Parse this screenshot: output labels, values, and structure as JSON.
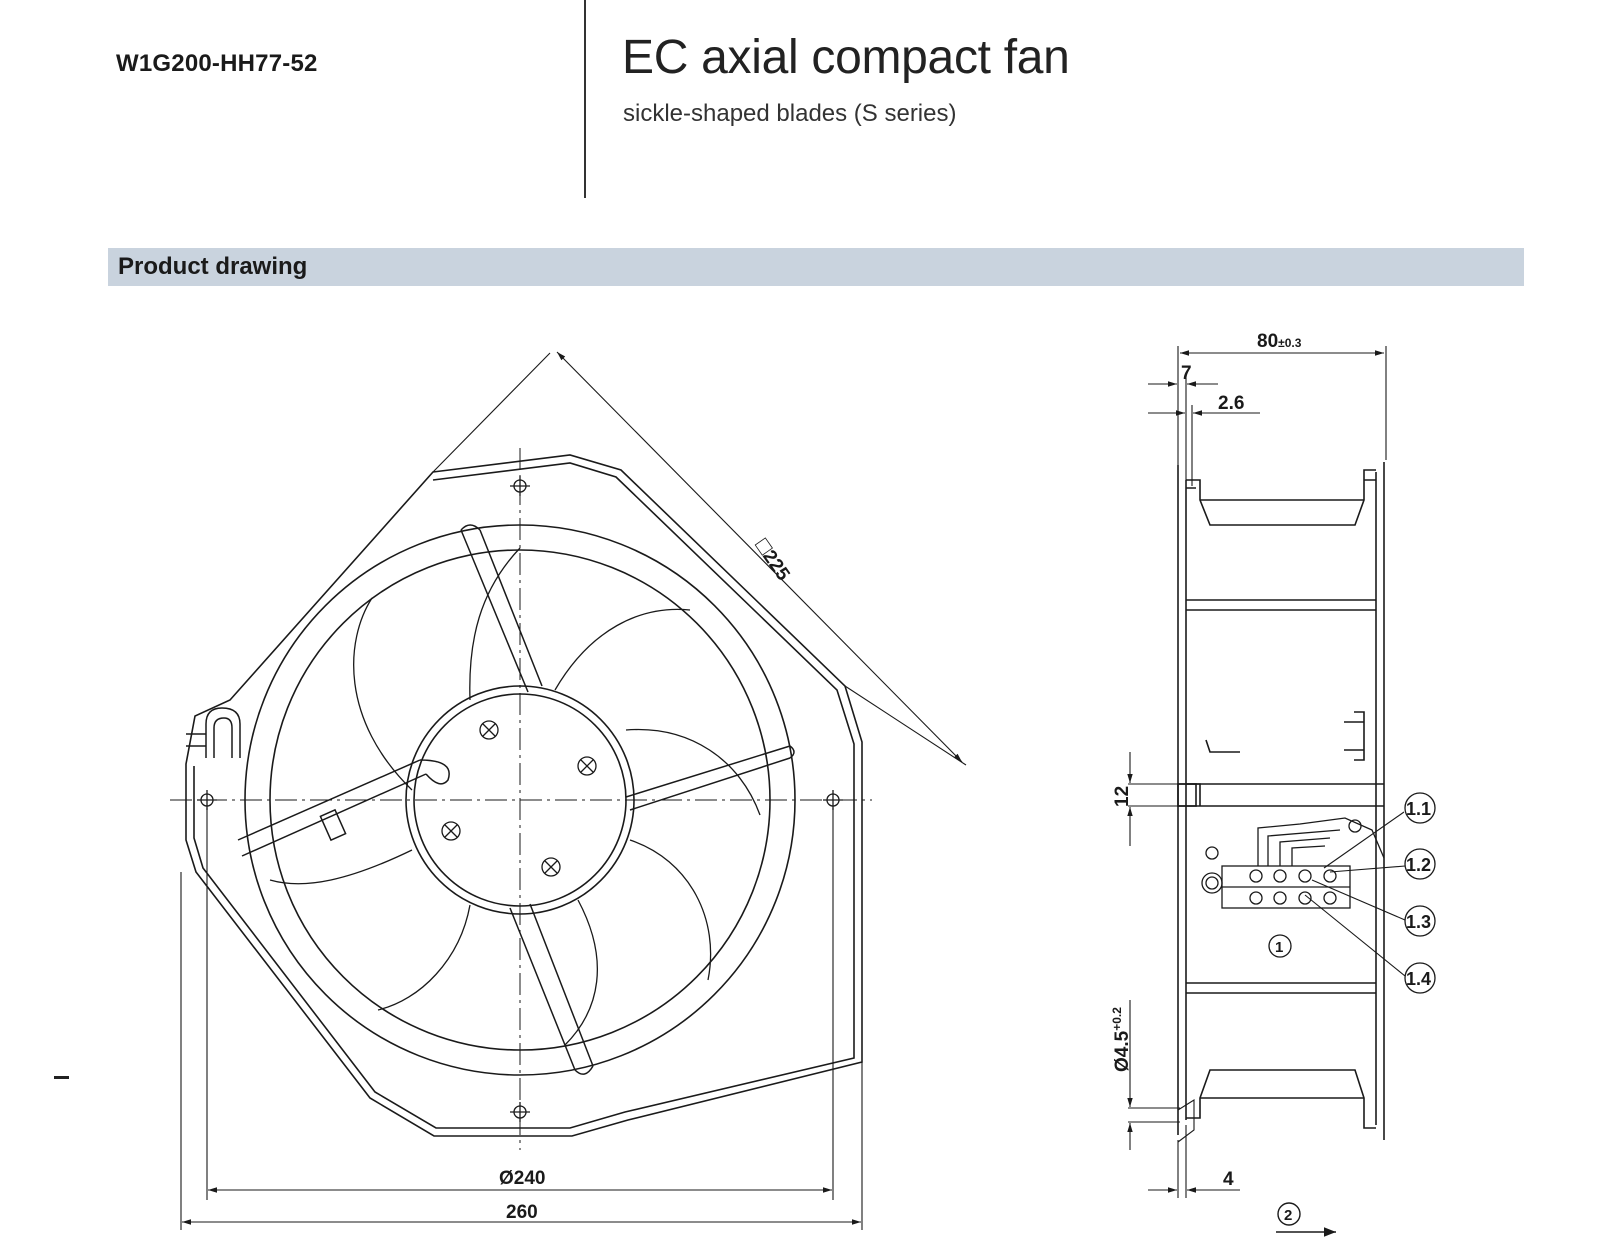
{
  "header": {
    "model": "W1G200-HH77-52",
    "title": "EC axial compact fan",
    "subtitle": "sickle-shaped blades (S series)"
  },
  "section": {
    "title": "Product drawing"
  },
  "front_view": {
    "dim_diagonal_symbol": "□",
    "dim_diagonal": "225",
    "dim_hole_circle": "Ø240",
    "dim_width": "260"
  },
  "side_view": {
    "dim_depth_value": "80",
    "dim_depth_tol": "±0.3",
    "dim_flange": "7",
    "dim_lip": "2.6",
    "dim_slot": "12",
    "dim_hole_value": "Ø4.5",
    "dim_hole_tol": "+0.2",
    "dim_edge": "4",
    "callouts": [
      "1.1",
      "1.2",
      "1.3",
      "1.4"
    ],
    "item_terminal": "1",
    "item_airflow": "2"
  }
}
